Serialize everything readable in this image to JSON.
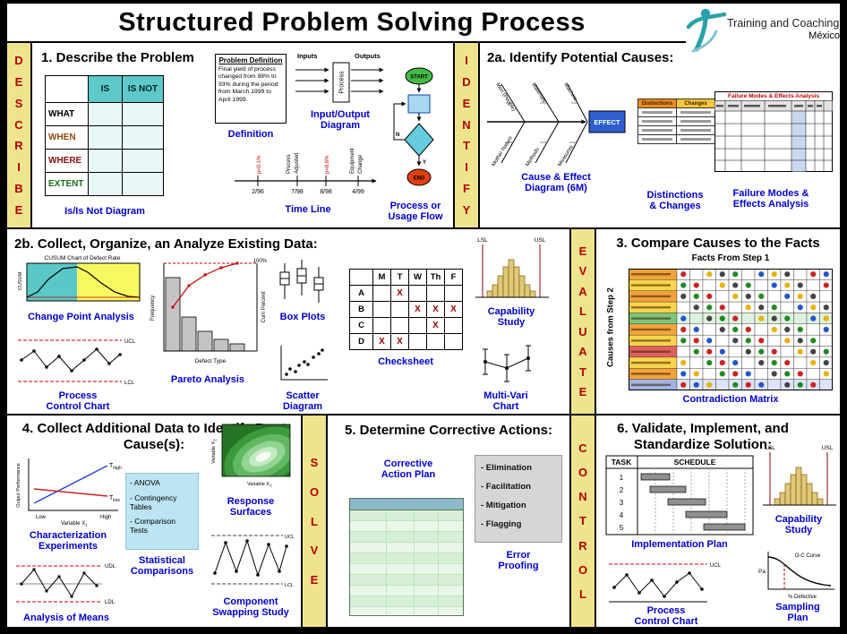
{
  "title": "Structured Problem Solving Process",
  "logo": {
    "name": "Training and Coaching",
    "region": "México"
  },
  "bands": {
    "describe": "DESCRIBE",
    "identify": "IDENTIFY",
    "evaluate": "EVALUATE",
    "solve": "SOLVE",
    "control": "CONTROL"
  },
  "section1": {
    "heading": "1. Describe the Problem",
    "isisnot": {
      "header_is": "IS",
      "header_isnot": "IS NOT",
      "rows": [
        "WHAT",
        "WHEN",
        "WHERE",
        "EXTENT"
      ],
      "label": "Is/Is Not Diagram"
    },
    "definition": {
      "box_title": "Problem Definition",
      "box_text": "Final yield of process changed from 98% to 93% during the period from March 1999 to April 1999.",
      "label": "Definition"
    },
    "io": {
      "inputs": "Inputs",
      "outputs": "Outputs",
      "process": "Process",
      "label1": "Input/Output",
      "label2": "Diagram"
    },
    "timeline": {
      "dates": [
        "2/96",
        "7/98",
        "8/98",
        "4/99"
      ],
      "ann1": "p=0.1%",
      "ann2a": "Process",
      "ann2b": "Adjusted",
      "ann3": "p=8.6%",
      "ann4a": "Equipment",
      "ann4b": "Change",
      "label": "Time Line"
    },
    "flow": {
      "start": "START",
      "end": "END",
      "yes": "Y",
      "no": "N",
      "label1": "Process or",
      "label2": "Usage Flow"
    }
  },
  "section2a": {
    "heading": "2a. Identify Potential Causes:",
    "fishbone": {
      "top_bones": [
        "Men (People)",
        "Materials",
        "Machine"
      ],
      "bottom_bones": [
        "Mother Nature",
        "Methods",
        "Measures"
      ],
      "effect": "EFFECT",
      "label1": "Cause & Effect",
      "label2": "Diagram (6M)"
    },
    "distinctions": {
      "header1": "Distinctions",
      "header2": "Changes",
      "label1": "Distinctions",
      "label2": "& Changes"
    },
    "fmea": {
      "table_title": "Failure Modes & Effects Analysis",
      "label1": "Failure Modes &",
      "label2": "Effects Analysis"
    }
  },
  "section2b": {
    "heading": "2b. Collect, Organize, an Analyze Existing Data:",
    "changepoint": {
      "chart_title": "CUSUM Chart of Defect Rate",
      "y_axis": "CUSUM",
      "label": "Change Point Analysis"
    },
    "pareto": {
      "y_left": "Frequency",
      "y_right": "Cum Percent",
      "x_axis": "Defect Type",
      "pct": "100%",
      "label": "Pareto Analysis"
    },
    "boxplots": {
      "label": "Box Plots"
    },
    "checksheet": {
      "grid": [
        [
          "",
          "M",
          "T",
          "W",
          "Th",
          "F"
        ],
        [
          "A",
          "",
          "X",
          "",
          "",
          ""
        ],
        [
          "B",
          "",
          "",
          "X",
          "X",
          "X"
        ],
        [
          "C",
          "",
          "",
          "",
          "X",
          ""
        ],
        [
          "D",
          "X",
          "X",
          "",
          "",
          ""
        ]
      ],
      "label": "Checksheet"
    },
    "capability": {
      "lsl": "LSL",
      "usl": "USL",
      "label1": "Capability",
      "label2": "Study"
    },
    "multivari": {
      "label1": "Multi-Vari",
      "label2": "Chart"
    },
    "controlchart": {
      "ucl": "UCL",
      "lcl": "LCL",
      "label1": "Process",
      "label2": "Control Chart"
    },
    "scatter": {
      "label1": "Scatter",
      "label2": "Diagram"
    }
  },
  "section3": {
    "heading": "3. Compare Causes to the Facts",
    "facts": "Facts From Step 1",
    "causes": "Causes from Step 2",
    "label": "Contradiction Matrix"
  },
  "section4": {
    "heading": "4. Collect Additional Data to Identify Root Cause(s):",
    "characterization": {
      "t": "T",
      "high": "high",
      "low": "low",
      "y_axis": "Output Performance",
      "x_main": "Variable X",
      "x_sub": "1",
      "low_end": "Low",
      "high_end": "High",
      "label1": "Characterization",
      "label2": "Experiments"
    },
    "statcomp": {
      "items": [
        "- ANOVA",
        "- Contingency Tables",
        "- Comparison Tests"
      ],
      "label1": "Statistical",
      "label2": "Comparisons"
    },
    "response": {
      "y_main": "Variable X",
      "y_sub": "2",
      "x_main": "Variable X",
      "x_sub": "1",
      "label1": "Response",
      "label2": "Surfaces"
    },
    "swapping": {
      "ucl": "UCL",
      "lcl": "LCL",
      "label1": "Component",
      "label2": "Swapping Study"
    },
    "anom": {
      "udl": "UDL",
      "ldl": "LDL",
      "label": "Analysis of Means"
    }
  },
  "section5": {
    "heading": "5. Determine Corrective Actions:",
    "cap_label1": "Corrective",
    "cap_label2": "Action Plan",
    "error": {
      "items": [
        "- Elimination",
        "- Facilitation",
        "- Mitigation",
        "- Flagging"
      ],
      "label1": "Error",
      "label2": "Proofing"
    }
  },
  "section6": {
    "heading": "6. Validate, Implement, and Standardize Solution:",
    "gantt": {
      "task": "TASK",
      "schedule": "SCHEDULE",
      "tasks": [
        "1",
        "2",
        "3",
        "4",
        "5"
      ],
      "label": "Implementation Plan"
    },
    "capability": {
      "lsl": "LSL",
      "usl": "USL",
      "label1": "Capability",
      "label2": "Study"
    },
    "controlchart": {
      "ucl": "UCL",
      "label1": "Process",
      "label2": "Control Chart"
    },
    "sampling": {
      "pa": "Pa",
      "curve": "O-C Curve",
      "x_axis": "% Defective",
      "label1": "Sampling",
      "label2": "Plan"
    }
  }
}
